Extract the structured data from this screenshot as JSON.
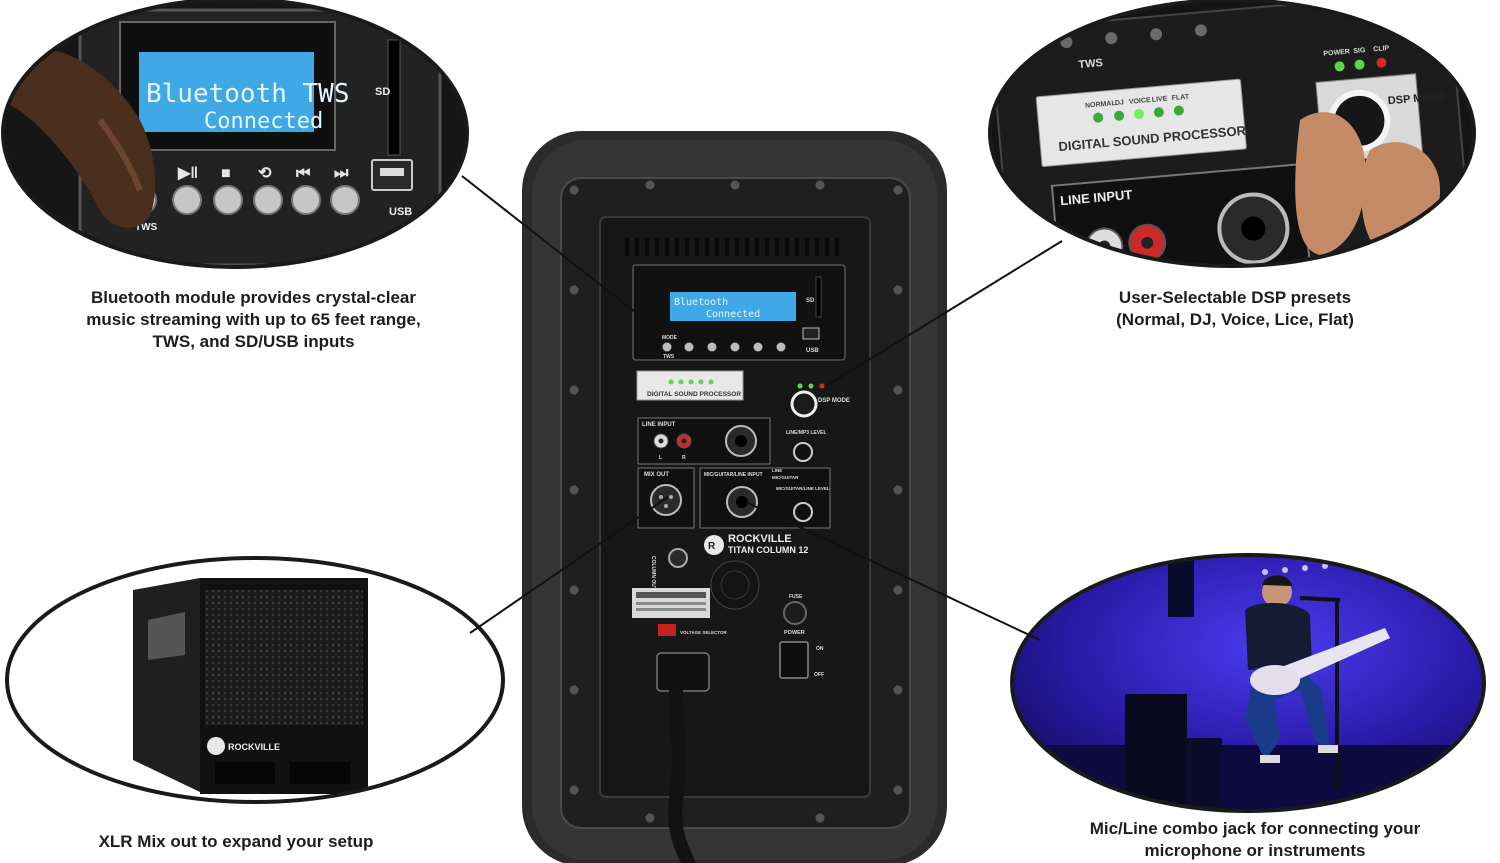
{
  "callouts": {
    "bluetooth": {
      "lines": [
        "Bluetooth module provides crystal-clear",
        "music streaming with up to 65 feet range,",
        "TWS, and SD/USB inputs"
      ]
    },
    "dsp": {
      "lines": [
        "User-Selectable DSP presets",
        "(Normal, DJ, Voice, Lice, Flat)"
      ]
    },
    "mixout": {
      "lines": [
        "XLR Mix out to expand your setup"
      ]
    },
    "combo": {
      "lines": [
        "Mic/Line combo jack for connecting your",
        "microphone or instruments"
      ]
    }
  },
  "panel": {
    "lcd_line1": "Bluetooth",
    "lcd_line2": "Connected",
    "zoom_lcd_line1": "Bluetooth TWS",
    "zoom_lcd_line2": "Connected",
    "sd_label": "SD",
    "usb_label": "USB",
    "tws_label": "TWS",
    "mode_label": "MODE",
    "dsp_title": "DIGITAL SOUND PROCESSOR",
    "dsp_presets": [
      "NORMAL",
      "DJ",
      "VOICE",
      "LIVE",
      "FLAT"
    ],
    "status_leds": [
      "POWER",
      "SIG",
      "CLIP"
    ],
    "dsp_mode_label": "DSP MODE",
    "line_input_label": "LINE INPUT",
    "line_mp3_level": "LINE/MP3 LEVEL",
    "mix_out_label": "MIX OUT",
    "mic_input_label": "MIC/GUITAR/LINE INPUT",
    "mic_level_label": "MIC/GUITAR/LINE LEVEL",
    "switch_line": "LINE",
    "switch_mic": "MIC/GUITAR",
    "brand": "ROCKVILLE",
    "model": "TITAN COLUMN 12",
    "column_out": "COLUMN OUT",
    "power_label": "POWER",
    "fuse_label": "FUSE",
    "on_label": "ON",
    "off_label": "OFF",
    "voltage_label": "VOLTAGE SELECTOR",
    "l_label": "L",
    "r_label": "R"
  },
  "sub": {
    "brand": "ROCKVILLE"
  },
  "colors": {
    "lcd_bg": "#3fa8e6",
    "lcd_text": "#e8f6ff",
    "led_green": "#5cd64a",
    "led_red": "#d62a2a",
    "stage_light": "#3a2bd0"
  }
}
